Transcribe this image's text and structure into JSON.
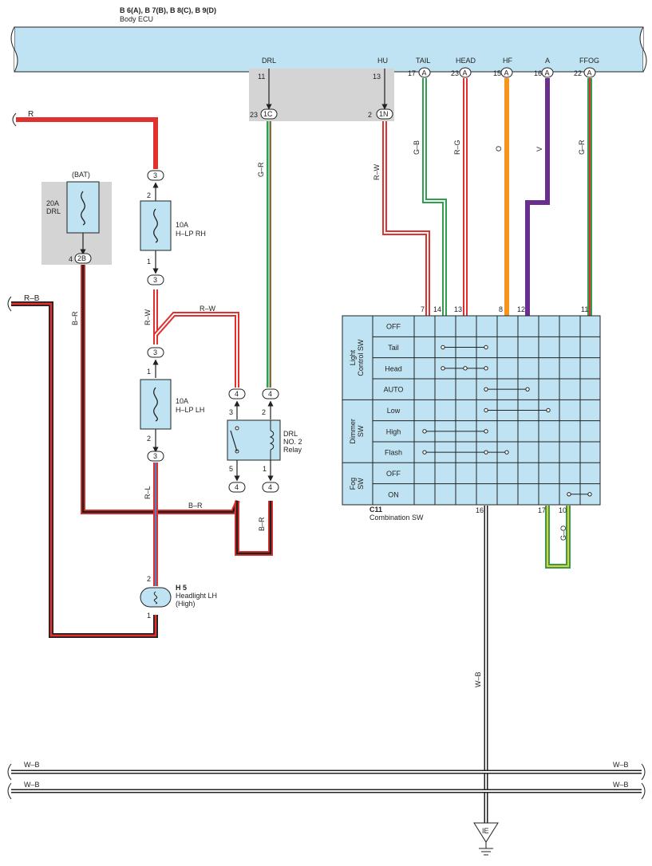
{
  "ecu": {
    "title": "B 6(A), B 7(B), B 8(C), B 9(D)",
    "name": "Body ECU",
    "pins": {
      "drl": {
        "label": "DRL",
        "num": "11"
      },
      "hu": {
        "label": "HU",
        "num": "13"
      },
      "tail": {
        "label": "TAIL",
        "num": "17",
        "conn": "A"
      },
      "head": {
        "label": "HEAD",
        "num": "23",
        "conn": "A"
      },
      "hf": {
        "label": "HF",
        "num": "15",
        "conn": "A"
      },
      "a": {
        "label": "A",
        "num": "16",
        "conn": "A"
      },
      "ffog": {
        "label": "FFOG",
        "num": "22",
        "conn": "A"
      }
    }
  },
  "junction": {
    "c1": {
      "num": "23",
      "conn": "1C"
    },
    "n1": {
      "num": "2",
      "conn": "1N"
    }
  },
  "wires": {
    "r": "R",
    "rb": "R–B",
    "br_left": "B–R",
    "br_mid": "B–R",
    "br_low": "B–R",
    "rw_mid": "R–W",
    "rw_top": "R–W",
    "rw_hu": "R–W",
    "gr_drl": "G–R",
    "gb": "G–B",
    "rg": "R–G",
    "o": "O",
    "v": "V",
    "gr_ffog": "G–R",
    "rl": "R–L",
    "go": "G–O",
    "wb_main": "W–B",
    "wb_bus1_l": "W–B",
    "wb_bus1_r": "W–B",
    "wb_bus2_l": "W–B",
    "wb_bus2_r": "W–B"
  },
  "fuse_drl": {
    "bat": "(BAT)",
    "amp": "20A",
    "name": "DRL",
    "pin": "4",
    "conn": "2B"
  },
  "fuse_rh": {
    "amp": "10A",
    "name": "H–LP RH",
    "pin_top": "2",
    "pin_bot": "1",
    "conn_top": "3",
    "conn_bot": "3"
  },
  "fuse_lh": {
    "amp": "10A",
    "name": "H–LP LH",
    "pin_top": "1",
    "pin_bot": "2",
    "conn_top": "3",
    "conn_bot": "3"
  },
  "relay": {
    "name1": "DRL",
    "name2": "NO. 2",
    "name3": "Relay",
    "p3": "3",
    "p2": "2",
    "p5": "5",
    "p1": "1",
    "c_tl": "4",
    "c_tr": "4",
    "c_bl": "4",
    "c_br": "4"
  },
  "headlight": {
    "id": "H 5",
    "name": "Headlight LH",
    "sub": "(High)",
    "p_top": "2",
    "p_bot": "1"
  },
  "combo": {
    "id": "C11",
    "name": "Combination SW",
    "pins_top": [
      "7",
      "14",
      "13",
      "8",
      "12",
      "11"
    ],
    "pins_bot": [
      "16",
      "17",
      "10"
    ],
    "groups": [
      "Light Control SW",
      "Dimmer SW",
      "Fog SW"
    ],
    "rows": [
      "OFF",
      "Tail",
      "Head",
      "AUTO",
      "Low",
      "High",
      "Flash",
      "OFF",
      "ON"
    ]
  },
  "ground": {
    "label": "IE"
  },
  "colors": {
    "red": "#e1312f",
    "green": "#2e9e4f",
    "orange": "#f7941d",
    "violet": "#6a2f8e",
    "black": "#231f20",
    "blue": "#4a84c4",
    "yellow": "#f2c830",
    "panel": "#bfe3f3",
    "gray": "#d4d4d4"
  }
}
